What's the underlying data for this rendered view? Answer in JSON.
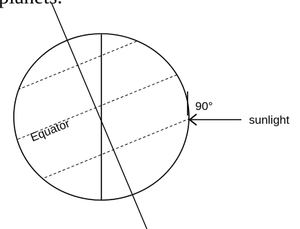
{
  "caption_fragment": "planets.",
  "labels": {
    "equator": "Equator",
    "angle": "90°",
    "sunlight": "sunlight"
  },
  "colors": {
    "ink": "#000000",
    "background": "#ffffff"
  }
}
